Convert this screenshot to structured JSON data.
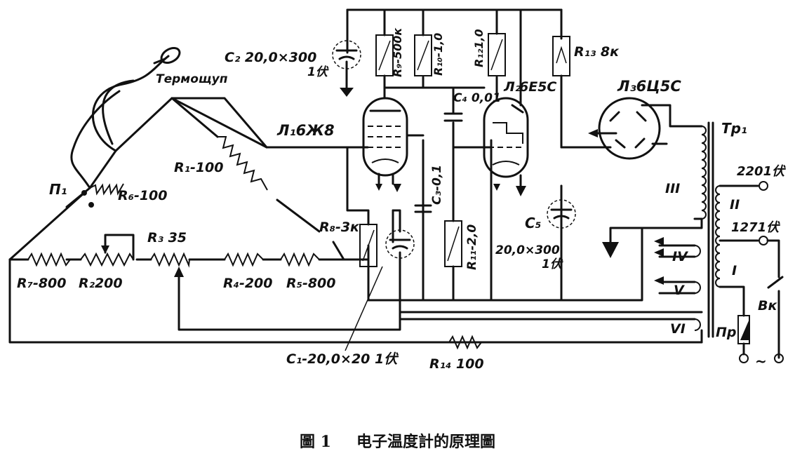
{
  "labels": {
    "tube_l1": "Л₁6Ж8",
    "tube_l2_name": "Л₂",
    "tube_l2_type": "6Е5С",
    "tube_l3": "Л₃6Ц5С",
    "thermoprobe": "Термощуп",
    "switch_p1": "П₁",
    "r1": "R₁-100",
    "r2": "R₂200",
    "r3": "R₃ 35",
    "r4": "R₄-200",
    "r5": "R₅-800",
    "r6": "R₆-100",
    "r7": "R₇-800",
    "r8": "R₈-3к",
    "r9": "R₉-500к",
    "r10": "R₁₀-1,0",
    "r11": "R₁₁-2,0",
    "r12": "R₁₂1,0",
    "r13": "R₁₃ 8к",
    "r14": "R₁₄ 100",
    "c1": "C₁-20,0×20 1伏",
    "c2": "C₂ 20,0×300",
    "c2_unit": "1伏",
    "c3": "C₃-0,1",
    "c4": "C₄ 0,01",
    "c5": "C₅",
    "c5_value": "20,0×300",
    "c5_unit": "1伏",
    "transformer": "Tp₁",
    "w1": "I",
    "w2": "II",
    "w3": "III",
    "w4": "IV",
    "w5": "V",
    "w6": "VI",
    "v220": "2201伏",
    "v127": "1271伏",
    "fuse": "Пр",
    "switch_bk": "Вк",
    "ac": "~"
  },
  "caption": {
    "figure": "圖 1",
    "title": "电子温度計的原理圖"
  }
}
